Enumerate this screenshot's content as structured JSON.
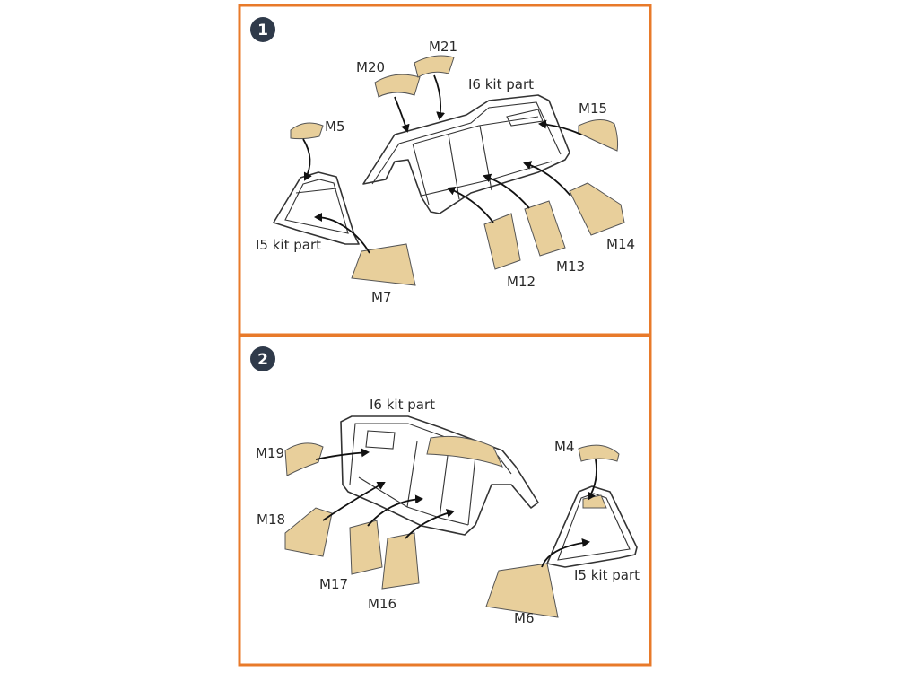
{
  "colors": {
    "frame": "#e87a2a",
    "mask": "#e8cf9b",
    "step_badge": "#2f3a4a"
  },
  "step1": {
    "number": "1",
    "labels": {
      "m20": "M20",
      "m21": "M21",
      "i6": "I6 kit part",
      "m15": "M15",
      "m5": "M5",
      "i5": "I5 kit part",
      "m7": "M7",
      "m12": "M12",
      "m13": "M13",
      "m14": "M14"
    }
  },
  "step2": {
    "number": "2",
    "labels": {
      "i6": "I6 kit part",
      "m19": "M19",
      "m4": "M4",
      "m18": "M18",
      "m17": "M17",
      "m16": "M16",
      "i5": "I5 kit part",
      "m6": "M6"
    }
  }
}
